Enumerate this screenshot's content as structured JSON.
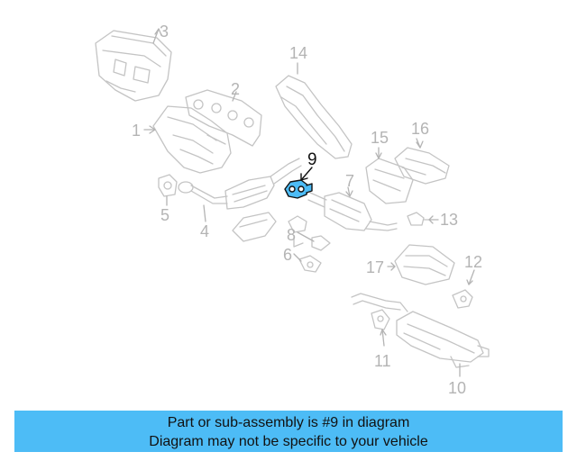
{
  "callouts": {
    "n1": "1",
    "n2": "2",
    "n3": "3",
    "n4": "4",
    "n5": "5",
    "n6": "6",
    "n7": "7",
    "n8": "8",
    "n9": "9",
    "n10": "10",
    "n11": "11",
    "n12": "12",
    "n13": "13",
    "n14": "14",
    "n15": "15",
    "n16": "16",
    "n17": "17"
  },
  "highlight_color": "#4dbcf6",
  "banner": {
    "line1": "Part or sub-assembly is #9 in diagram",
    "line2": "Diagram may not be specific to your vehicle"
  }
}
